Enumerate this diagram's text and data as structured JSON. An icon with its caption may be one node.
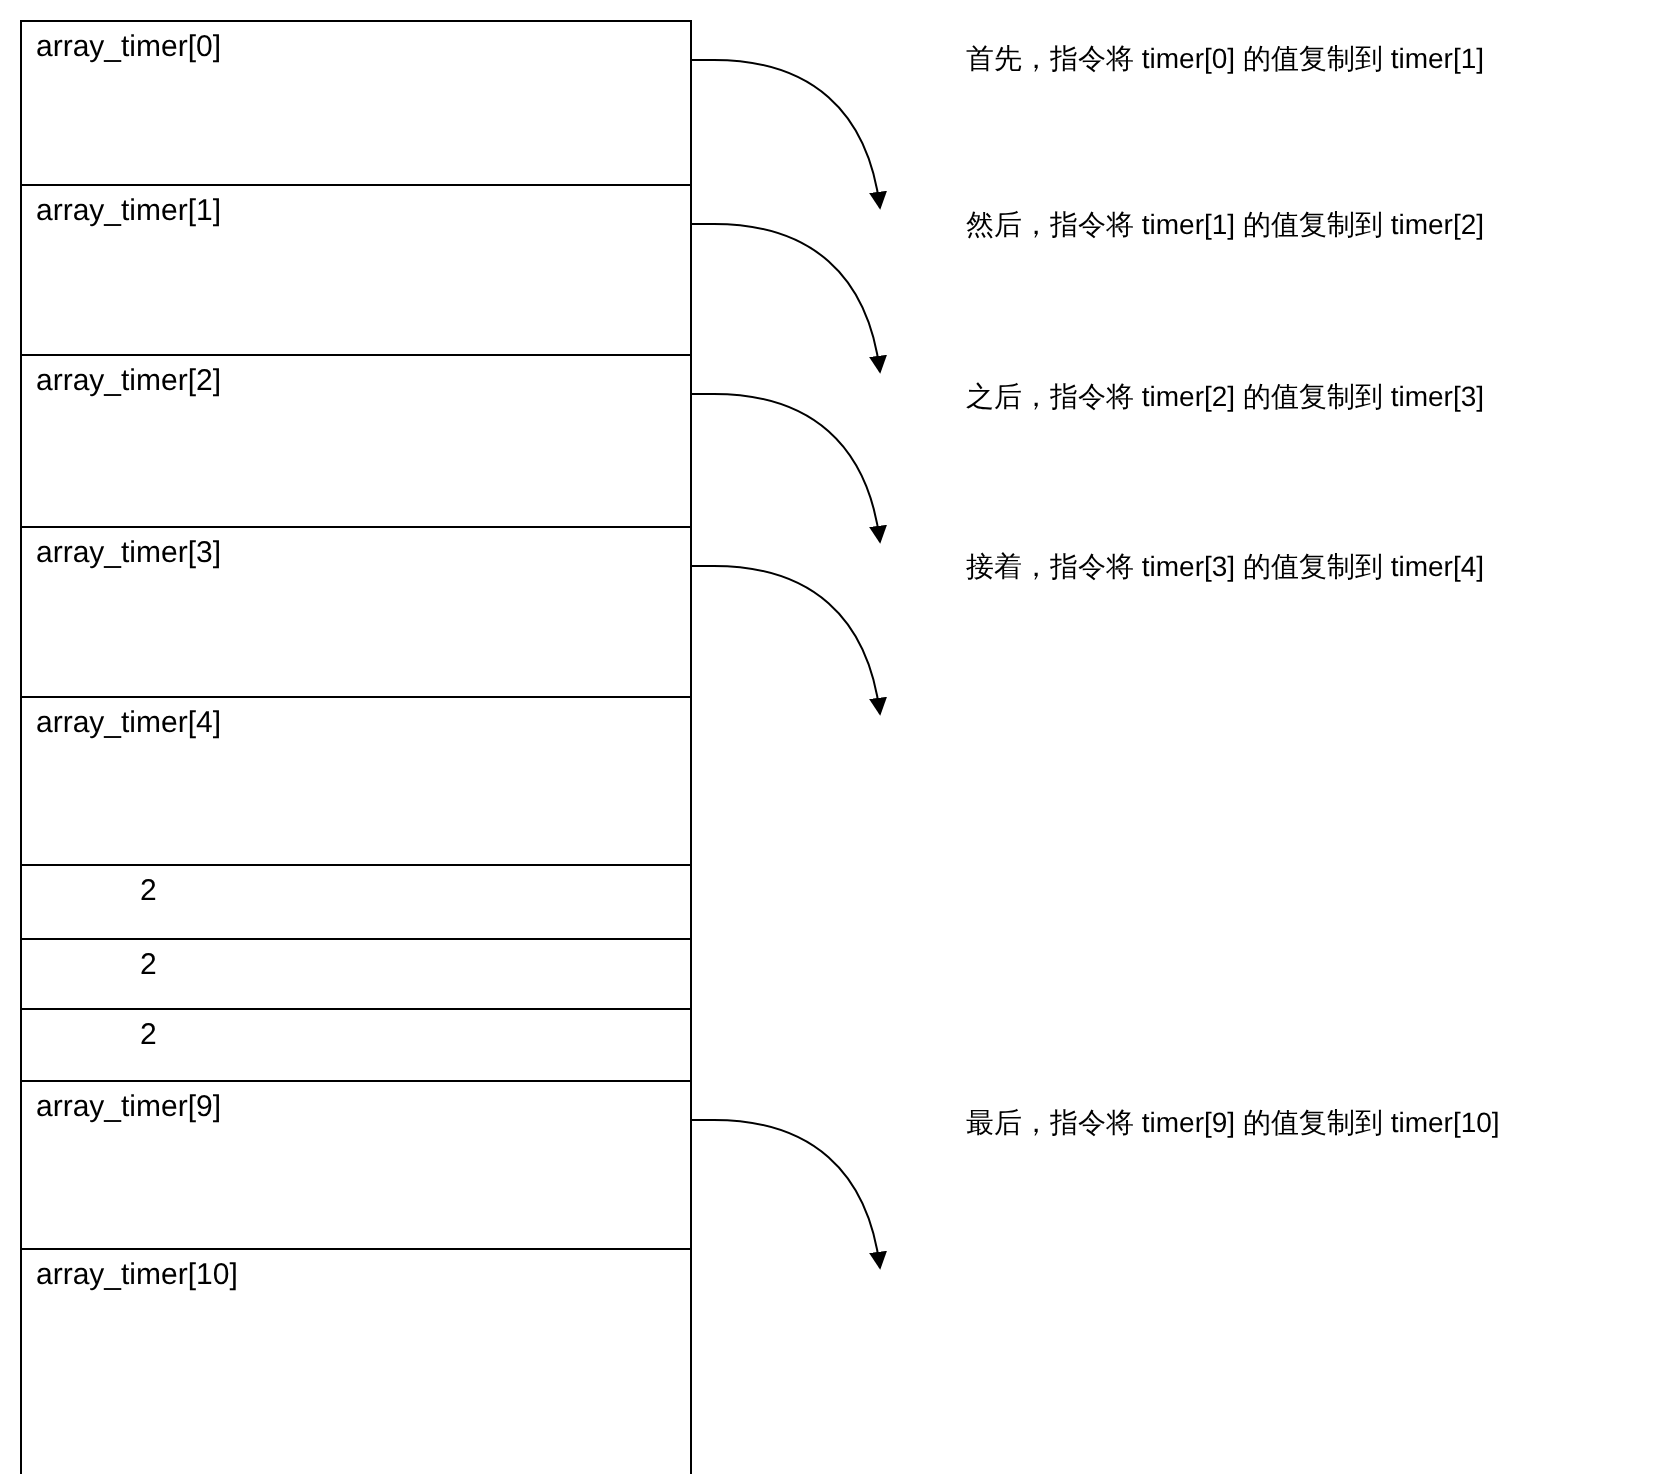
{
  "diagram": {
    "nodes": [
      {
        "text": [
          "array_timer[0]"
        ]
      },
      {
        "text": [
          "array_timer[1]"
        ]
      },
      {
        "text": [
          "array_timer[2]"
        ]
      },
      {
        "text": [
          "array_timer[3]"
        ]
      },
      {
        "text": [
          "array_timer[4]"
        ]
      },
      {
        "text": [
          "2"
        ]
      },
      {
        "text": [
          "2"
        ]
      },
      {
        "text": [
          "2"
        ]
      },
      {
        "text": [
          "array_timer[9]"
        ]
      },
      {
        "text": [
          "array_timer[10]"
        ]
      }
    ],
    "edges": [
      {
        "from": 0,
        "to": null,
        "arrow": "to"
      },
      {
        "from": 1,
        "to": null,
        "arrow": "to"
      },
      {
        "from": 2,
        "to": null,
        "arrow": "to"
      },
      {
        "from": 3,
        "to": null,
        "arrow": "to"
      },
      {
        "from": 8,
        "to": null,
        "arrow": "to"
      }
    ],
    "labels": [
      "首先，指令将 timer[0] 的值复制到 timer[1]",
      "然后，指令将 timer[1] 的值复制到 timer[2]",
      "之后，指令将 timer[2] 的值复制到 timer[3]",
      "接着，指令将 timer[3] 的值复制到 timer[4]",
      "最后，指令将 timer[9] 的值复制到 timer[10]"
    ]
  }
}
